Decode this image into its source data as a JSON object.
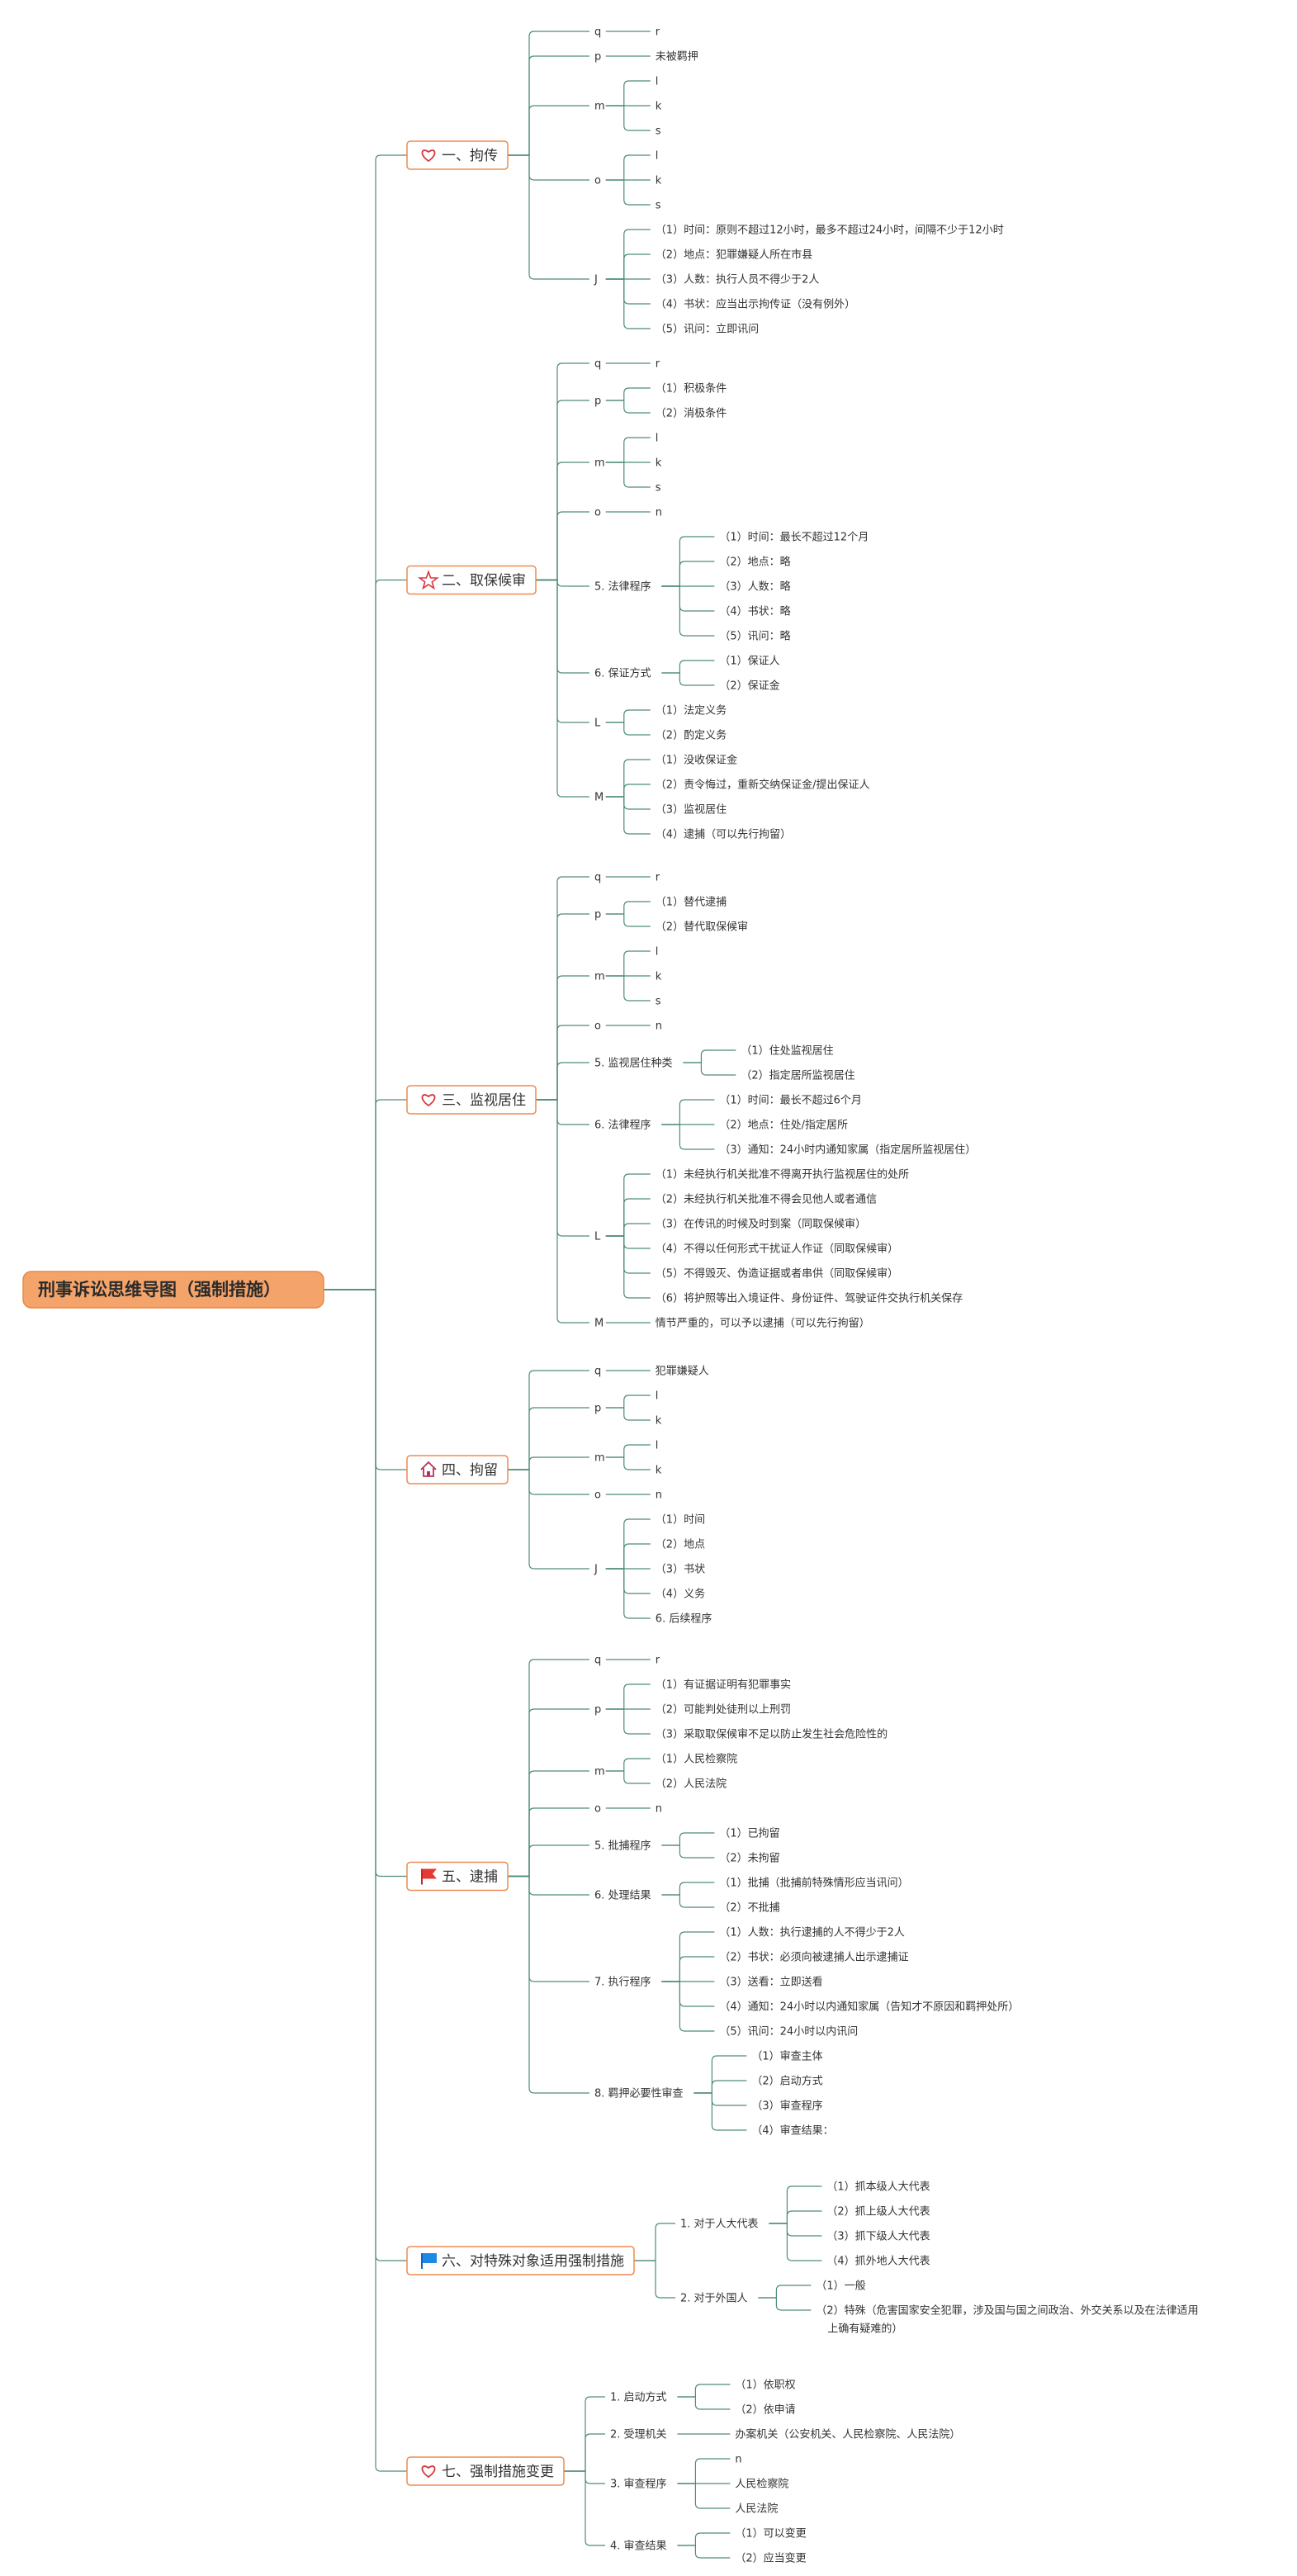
{
  "title": "刑事诉讼思维导图（强制措施）",
  "colors": {
    "accent": "#f4a46a",
    "border": "#ef8a4e",
    "edge": "#4e8c74"
  },
  "sections": [
    {
      "label": "一、拘传",
      "icon": "heart-icon",
      "children": [
        {
          "label": "q",
          "children": [
            {
              "label": "r"
            }
          ]
        },
        {
          "label": "p",
          "children": [
            {
              "label": "未被羁押"
            }
          ]
        },
        {
          "label": "m",
          "children": [
            {
              "label": "l"
            },
            {
              "label": "k"
            },
            {
              "label": "s"
            }
          ]
        },
        {
          "label": "o",
          "children": [
            {
              "label": "l"
            },
            {
              "label": "k"
            },
            {
              "label": "s"
            }
          ]
        },
        {
          "label": "J",
          "children": [
            {
              "label": "（1）时间：原则不超过12小时，最多不超过24小时，间隔不少于12小时"
            },
            {
              "label": "（2）地点：犯罪嫌疑人所在市县"
            },
            {
              "label": "（3）人数：执行人员不得少于2人"
            },
            {
              "label": "（4）书状：应当出示拘传证（没有例外）"
            },
            {
              "label": "（5）讯问：立即讯问"
            }
          ]
        }
      ]
    },
    {
      "label": "二、取保候审",
      "icon": "star-icon",
      "children": [
        {
          "label": "q",
          "children": [
            {
              "label": "r"
            }
          ]
        },
        {
          "label": "p",
          "children": [
            {
              "label": "（1）积极条件"
            },
            {
              "label": "（2）消极条件"
            }
          ]
        },
        {
          "label": "m",
          "children": [
            {
              "label": "l"
            },
            {
              "label": "k"
            },
            {
              "label": "s"
            }
          ]
        },
        {
          "label": "o",
          "children": [
            {
              "label": "n"
            }
          ]
        },
        {
          "label": "5. 法律程序",
          "children": [
            {
              "label": "（1）时间：最长不超过12个月"
            },
            {
              "label": "（2）地点：略"
            },
            {
              "label": "（3）人数：略"
            },
            {
              "label": "（4）书状：略"
            },
            {
              "label": "（5）讯问：略"
            }
          ]
        },
        {
          "label": "6. 保证方式",
          "children": [
            {
              "label": "（1）保证人"
            },
            {
              "label": "（2）保证金"
            }
          ]
        },
        {
          "label": "L",
          "children": [
            {
              "label": "（1）法定义务"
            },
            {
              "label": "（2）酌定义务"
            }
          ]
        },
        {
          "label": "M",
          "children": [
            {
              "label": "（1）没收保证金"
            },
            {
              "label": "（2）责令悔过，重新交纳保证金/提出保证人"
            },
            {
              "label": "（3）监视居住"
            },
            {
              "label": "（4）逮捕（可以先行拘留）"
            }
          ]
        }
      ]
    },
    {
      "label": "三、监视居住",
      "icon": "heart-icon",
      "children": [
        {
          "label": "q",
          "children": [
            {
              "label": "r"
            }
          ]
        },
        {
          "label": "p",
          "children": [
            {
              "label": "（1）替代逮捕"
            },
            {
              "label": "（2）替代取保候审"
            }
          ]
        },
        {
          "label": "m",
          "children": [
            {
              "label": "l"
            },
            {
              "label": "k"
            },
            {
              "label": "s"
            }
          ]
        },
        {
          "label": "o",
          "children": [
            {
              "label": "n"
            }
          ]
        },
        {
          "label": "5. 监视居住种类",
          "children": [
            {
              "label": "（1）住处监视居住"
            },
            {
              "label": "（2）指定居所监视居住"
            }
          ]
        },
        {
          "label": "6. 法律程序",
          "children": [
            {
              "label": "（1）时间：最长不超过6个月"
            },
            {
              "label": "（2）地点：住处/指定居所"
            },
            {
              "label": "（3）通知：24小时内通知家属（指定居所监视居住）"
            }
          ]
        },
        {
          "label": "L",
          "children": [
            {
              "label": "（1）未经执行机关批准不得离开执行监视居住的处所"
            },
            {
              "label": "（2）未经执行机关批准不得会见他人或者通信"
            },
            {
              "label": "（3）在传讯的时候及时到案（同取保候审）"
            },
            {
              "label": "（4）不得以任何形式干扰证人作证（同取保候审）"
            },
            {
              "label": "（5）不得毁灭、伪造证据或者串供（同取保候审）"
            },
            {
              "label": "（6）将护照等出入境证件、身份证件、驾驶证件交执行机关保存"
            }
          ]
        },
        {
          "label": "M",
          "children": [
            {
              "label": "情节严重的，可以予以逮捕（可以先行拘留）"
            }
          ]
        }
      ]
    },
    {
      "label": "四、拘留",
      "icon": "home-icon",
      "children": [
        {
          "label": "q",
          "children": [
            {
              "label": "犯罪嫌疑人"
            }
          ]
        },
        {
          "label": "p",
          "children": [
            {
              "label": "l"
            },
            {
              "label": "k"
            }
          ]
        },
        {
          "label": "m",
          "children": [
            {
              "label": "l"
            },
            {
              "label": "k"
            }
          ]
        },
        {
          "label": "o",
          "children": [
            {
              "label": "n"
            }
          ]
        },
        {
          "label": "J",
          "children": [
            {
              "label": "（1）时间"
            },
            {
              "label": "（2）地点"
            },
            {
              "label": "（3）书状"
            },
            {
              "label": "（4）义务"
            },
            {
              "label": "6. 后续程序"
            }
          ]
        }
      ]
    },
    {
      "label": "五、逮捕",
      "icon": "red-flag-icon",
      "children": [
        {
          "label": "q",
          "children": [
            {
              "label": "r"
            }
          ]
        },
        {
          "label": "p",
          "children": [
            {
              "label": "（1）有证据证明有犯罪事实"
            },
            {
              "label": "（2）可能判处徒刑以上刑罚"
            },
            {
              "label": "（3）采取取保候审不足以防止发生社会危险性的"
            }
          ]
        },
        {
          "label": "m",
          "children": [
            {
              "label": "（1）人民检察院"
            },
            {
              "label": "（2）人民法院"
            }
          ]
        },
        {
          "label": "o",
          "children": [
            {
              "label": "n"
            }
          ]
        },
        {
          "label": "5. 批捕程序",
          "children": [
            {
              "label": "（1）已拘留"
            },
            {
              "label": "（2）未拘留"
            }
          ]
        },
        {
          "label": "6. 处理结果",
          "children": [
            {
              "label": "（1）批捕（批捕前特殊情形应当讯问）"
            },
            {
              "label": "（2）不批捕"
            }
          ]
        },
        {
          "label": "7. 执行程序",
          "children": [
            {
              "label": "（1）人数：执行逮捕的人不得少于2人"
            },
            {
              "label": "（2）书状：必须向被逮捕人出示逮捕证"
            },
            {
              "label": "（3）送看：立即送看"
            },
            {
              "label": "（4）通知：24小时以内通知家属（告知才不原因和羁押处所）"
            },
            {
              "label": "（5）讯问：24小时以内讯问"
            }
          ]
        },
        {
          "label": "8. 羁押必要性审查",
          "children": [
            {
              "label": "（1）审查主体"
            },
            {
              "label": "（2）启动方式"
            },
            {
              "label": "（3）审查程序"
            },
            {
              "label": "（4）审查结果："
            }
          ]
        }
      ]
    },
    {
      "label": "六、对特殊对象适用强制措施",
      "icon": "blue-flag-icon",
      "children": [
        {
          "label": "1. 对于人大代表",
          "children": [
            {
              "label": "（1）抓本级人大代表"
            },
            {
              "label": "（2）抓上级人大代表"
            },
            {
              "label": "（3）抓下级人大代表"
            },
            {
              "label": "（4）抓外地人大代表"
            }
          ]
        },
        {
          "label": "2. 对于外国人",
          "children": [
            {
              "label": "（1）一般"
            },
            {
              "label": "（2）特殊（危害国家安全犯罪，涉及国与国之间政治、外交关系以及在法律适用",
              "cont": "上确有疑难的）"
            }
          ]
        }
      ]
    },
    {
      "label": "七、强制措施变更",
      "icon": "heart-icon",
      "children": [
        {
          "label": "1. 启动方式",
          "children": [
            {
              "label": "（1）依职权"
            },
            {
              "label": "（2）依申请"
            }
          ]
        },
        {
          "label": "2. 受理机关",
          "children": [
            {
              "label": "办案机关（公安机关、人民检察院、人民法院）"
            }
          ]
        },
        {
          "label": "3. 审查程序",
          "children": [
            {
              "label": "n"
            },
            {
              "label": "人民检察院"
            },
            {
              "label": "人民法院"
            }
          ]
        },
        {
          "label": "4. 审查结果",
          "children": [
            {
              "label": "（1）可以变更"
            },
            {
              "label": "（2）应当变更"
            }
          ]
        }
      ]
    }
  ]
}
